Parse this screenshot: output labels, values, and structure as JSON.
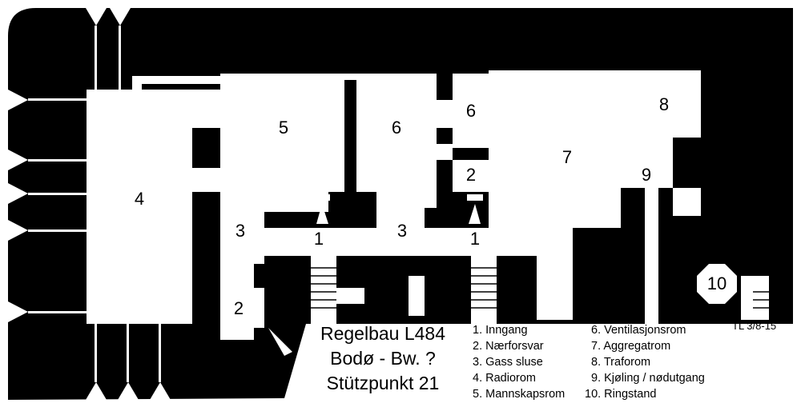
{
  "title_lines": [
    "Regelbau L484",
    "Bodø - Bw. ?",
    "Stützpunkt 21"
  ],
  "credit": "TL 3/8-15",
  "legend_col1": [
    "1. Inngang",
    "2. Nærforsvar",
    "3. Gass sluse",
    "4. Radiorom",
    "5. Mannskapsrom"
  ],
  "legend_col2": [
    "6. Ventilasjonsrom",
    "7. Aggregatrom",
    "8. Traforom",
    "9. Kjøling / nødutgang",
    "10. Ringstand"
  ],
  "room_labels": {
    "r4": "4",
    "r5": "5",
    "r6a": "6",
    "r6b": "6",
    "r2a": "2",
    "r7": "7",
    "r8": "8",
    "r9": "9",
    "r3a": "3",
    "r1a": "1",
    "r3b": "3",
    "r1b": "1",
    "r2b": "2",
    "r10": "10"
  }
}
